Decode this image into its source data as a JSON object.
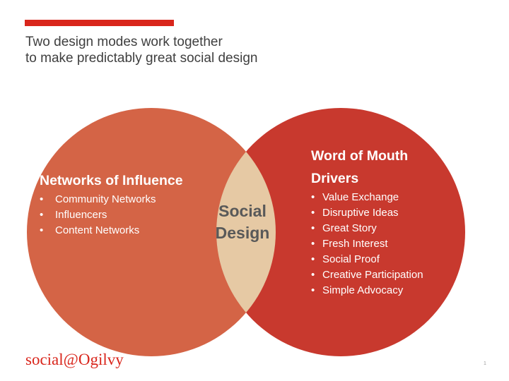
{
  "slide": {
    "subtitle_lines": [
      "Two design modes work together",
      "to make predictably great social design"
    ],
    "logo": "social@Ogilvy",
    "page_number": "1",
    "accent_color": "#d9261c"
  },
  "venn": {
    "left": {
      "title": "Networks of Influence",
      "color": "#d46446",
      "items": [
        "Community Networks",
        "Influencers",
        "Content Networks"
      ]
    },
    "right": {
      "title_lines": [
        "Word of Mouth",
        "Drivers"
      ],
      "color": "#c8392e",
      "items": [
        "Value Exchange",
        "Disruptive Ideas",
        "Great Story",
        "Fresh Interest",
        "Social Proof",
        "Creative Participation",
        "Simple Advocacy"
      ]
    },
    "intersection": {
      "label_lines": [
        "Social",
        "Design"
      ],
      "color": "#e6c9a4"
    },
    "bullet_char": "•"
  }
}
